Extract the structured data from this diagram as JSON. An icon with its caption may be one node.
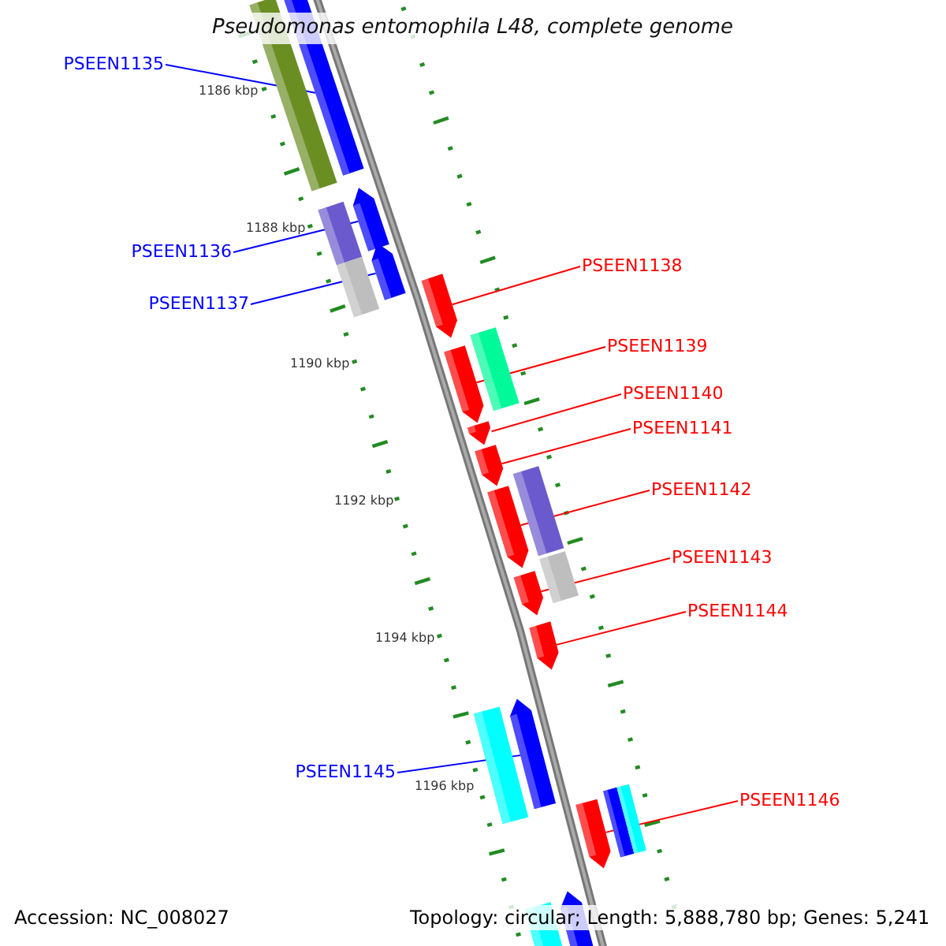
{
  "diagram": {
    "title": "Pseudomonas entomophila L48, complete genome",
    "nodes": [
      {
        "text": [
          "PSEEN1135"
        ]
      },
      {
        "text": [
          "PSEEN1136"
        ]
      },
      {
        "text": [
          "PSEEN1137"
        ]
      },
      {
        "text": [
          "PSEEN1138"
        ]
      },
      {
        "text": [
          "PSEEN1139"
        ]
      },
      {
        "text": [
          "PSEEN1140"
        ]
      },
      {
        "text": [
          "PSEEN1141"
        ]
      },
      {
        "text": [
          "PSEEN1142"
        ]
      },
      {
        "text": [
          "PSEEN1143"
        ]
      },
      {
        "text": [
          "PSEEN1144"
        ]
      },
      {
        "text": [
          "PSEEN1145"
        ]
      },
      {
        "text": [
          "PSEEN1146"
        ]
      },
      {
        "text": [],
        "shape": "bar"
      },
      {
        "text": [],
        "shape": "bar"
      },
      {
        "text": [],
        "shape": "bar"
      },
      {
        "text": [],
        "shape": "bar"
      },
      {
        "text": [],
        "shape": "bar"
      },
      {
        "text": [],
        "shape": "bar"
      },
      {
        "text": [],
        "shape": "bar"
      },
      {
        "text": [],
        "shape": "bar"
      },
      {
        "text": [],
        "shape": "bar"
      },
      {
        "text": [],
        "shape": "bar"
      },
      {
        "text": [],
        "shape": "bar"
      },
      {
        "text": [],
        "shape": "bar"
      }
    ],
    "edges": [
      {
        "from": 0,
        "to": 12,
        "arrow": "none",
        "color": "#0000ff"
      },
      {
        "from": 1,
        "to": 13,
        "arrow": "none",
        "color": "#0000ff"
      },
      {
        "from": 2,
        "to": 14,
        "arrow": "none",
        "color": "#0000ff"
      },
      {
        "from": 3,
        "to": 15,
        "arrow": "none"
      },
      {
        "from": 4,
        "to": 16,
        "arrow": "none"
      },
      {
        "from": 5,
        "to": 17,
        "arrow": "none"
      },
      {
        "from": 6,
        "to": 18,
        "arrow": "none"
      },
      {
        "from": 7,
        "to": 19,
        "arrow": "none"
      },
      {
        "from": 8,
        "to": 20,
        "arrow": "none"
      },
      {
        "from": 9,
        "to": 21,
        "arrow": "none"
      },
      {
        "from": 10,
        "to": 22,
        "arrow": "none",
        "color": "#0000ff"
      },
      {
        "from": 11,
        "to": 23,
        "arrow": "none"
      }
    ],
    "labels": [
      "1186 kbp",
      "1188 kbp",
      "1190 kbp",
      "1192 kbp",
      "1194 kbp",
      "1196 kbp",
      "Accession: NC_008027",
      "Topology: circular; Length: 5,888,780 bp; Genes: 5,241"
    ]
  }
}
